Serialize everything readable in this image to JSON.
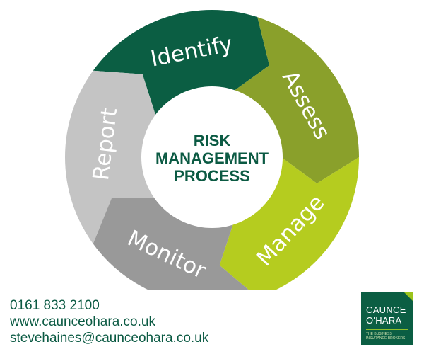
{
  "diagram": {
    "title_lines": [
      "RISK",
      "MANAGEMENT",
      "PROCESS"
    ],
    "steps": [
      {
        "label": "Identify",
        "color": "#0b5e43"
      },
      {
        "label": "Assess",
        "color": "#8aa02b"
      },
      {
        "label": "Manage",
        "color": "#b5cc1f"
      },
      {
        "label": "Monitor",
        "color": "#999999"
      },
      {
        "label": "Report",
        "color": "#c4c4c4"
      }
    ]
  },
  "contact": {
    "phone": "0161 833 2100",
    "website": "www.caunceohara.co.uk",
    "email": "stevehaines@caunceohara.co.uk"
  },
  "logo": {
    "line1": "CAUNCE",
    "line2": "O'HARA",
    "tagline1": "THE BUSINESS",
    "tagline2": "INSURANCE BROKERS"
  }
}
